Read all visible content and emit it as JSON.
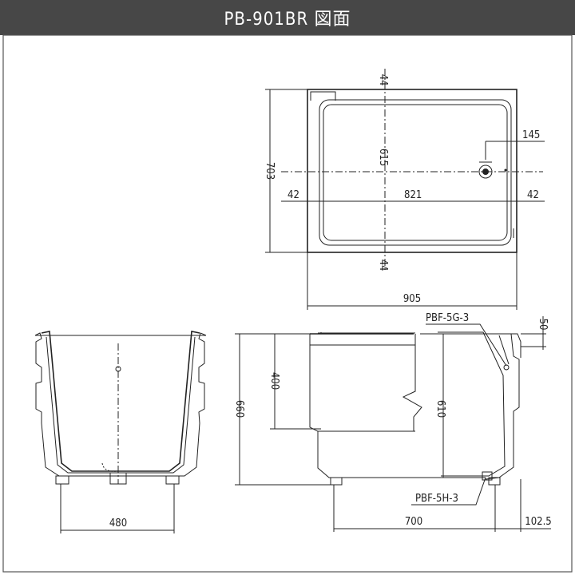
{
  "title": "PB-901BR 図面",
  "top_view": {
    "dim_top": "44",
    "dim_bottom": "44",
    "dim_height": "703",
    "dim_inner_height": "615",
    "dim_drain_offset": "145",
    "dim_left": "42",
    "dim_inner_width": "821",
    "dim_right": "42",
    "dim_width": "905"
  },
  "side_view": {
    "dim_width": "480",
    "dim_height": "660"
  },
  "front_view": {
    "dim_rim": "50",
    "dim_depth_upper": "400",
    "dim_inner_depth": "610",
    "dim_width": "700",
    "dim_overhang": "102.5",
    "part_overflow": "PBF-5G-3",
    "part_drain": "PBF-5H-3"
  },
  "colors": {
    "title_bar": "#474747",
    "line": "#222222",
    "background": "#ffffff"
  }
}
